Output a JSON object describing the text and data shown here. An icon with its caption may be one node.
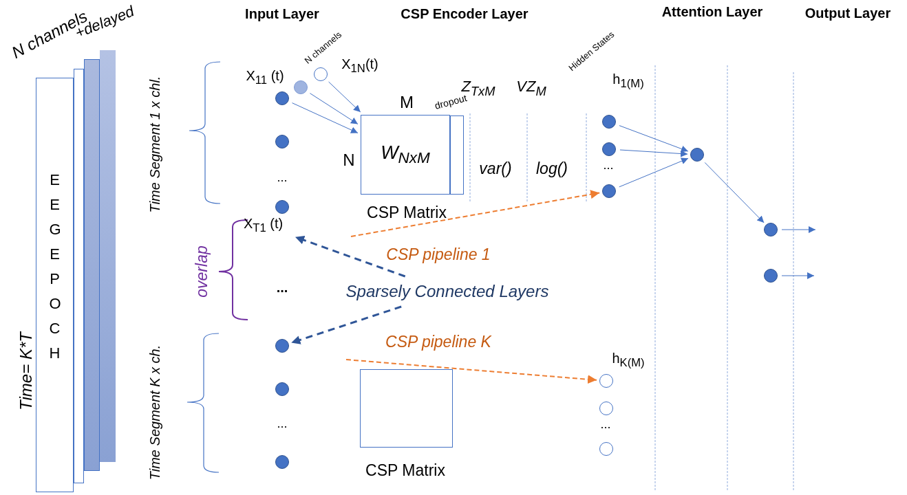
{
  "diagram": {
    "nodes": [
      {
        "text": [
          "EEG EPOCH"
        ]
      },
      {
        "text": [],
        "shape": "box"
      },
      {
        "text": [],
        "shape": "box"
      },
      {
        "text": [],
        "shape": "box"
      },
      {
        "text": [],
        "shape": "circle",
        "beside": [
          "X$_{11}$ (t)"
        ]
      },
      {
        "text": [],
        "shape": "circle"
      },
      {
        "text": [],
        "shape": "circle",
        "beside": [
          "X$_{1N}$(t)"
        ]
      },
      {
        "text": [],
        "shape": "circle"
      },
      {
        "text": [],
        "shape": "circle"
      },
      {
        "text": [
          "X$_{T1}$ (t)"
        ]
      },
      {
        "text": [],
        "shape": "circle"
      },
      {
        "text": [],
        "shape": "circle"
      },
      {
        "text": [],
        "shape": "circle"
      },
      {
        "text": [
          "W$_{NxM}$"
        ],
        "beside": [
          "M",
          "N",
          "CSP Matrix"
        ]
      },
      {
        "text": [],
        "shape": "bar",
        "beside": [
          "dropout"
        ]
      },
      {
        "text": [],
        "shape": "box",
        "beside": [
          "CSP Matrix"
        ]
      },
      {
        "text": [
          "Sparsely Connected Layers"
        ]
      },
      {
        "text": [],
        "shape": "circle",
        "beside": [
          "h$_{1(M)}$"
        ]
      },
      {
        "text": [],
        "shape": "circle"
      },
      {
        "text": [],
        "shape": "circle"
      },
      {
        "text": [],
        "shape": "circle",
        "beside": [
          "h$_{K(M)}$"
        ]
      },
      {
        "text": [],
        "shape": "circle"
      },
      {
        "text": [],
        "shape": "circle"
      },
      {
        "text": [],
        "shape": "circle"
      },
      {
        "text": [],
        "shape": "circle"
      },
      {
        "text": [],
        "shape": "circle"
      }
    ],
    "edges": [
      {
        "from": 4,
        "to": 13,
        "arrow": "to"
      },
      {
        "from": 5,
        "to": 13,
        "arrow": "to"
      },
      {
        "from": 6,
        "to": 13,
        "arrow": "to"
      },
      {
        "from": 17,
        "to": 23,
        "arrow": "to"
      },
      {
        "from": 18,
        "to": 23,
        "arrow": "to"
      },
      {
        "from": 19,
        "to": 23,
        "arrow": "to"
      },
      {
        "from": 23,
        "to": 24,
        "arrow": "to"
      },
      {
        "from": 24,
        "to": null,
        "arrow": "to"
      },
      {
        "from": 25,
        "to": null,
        "arrow": "to"
      },
      {
        "from": 16,
        "to": 9,
        "arrow": "to",
        "style": "dashed",
        "color": "#2f5597"
      },
      {
        "from": 16,
        "to": 10,
        "arrow": "to",
        "style": "dashed",
        "color": "#2f5597"
      },
      {
        "from": null,
        "to": 19,
        "arrow": "to",
        "label": "CSP pipeline 1",
        "style": "dashed",
        "color": "#ed7d31"
      },
      {
        "from": null,
        "to": 20,
        "arrow": "to",
        "label": "CSP pipeline K",
        "style": "dashed",
        "color": "#ed7d31"
      }
    ],
    "labels": [
      "Input Layer",
      "CSP Encoder Layer",
      "Attention Layer",
      "Output Layer",
      "N channels",
      "+delayed",
      "Time= K*T",
      "Time Segment 1 x chl.",
      "N channels",
      "Z$_{TxM}$",
      "VZ$_{M}$",
      "Hidden States",
      "var()",
      "log()",
      "...",
      "...",
      "overlap",
      "...",
      "Time Segment  K x ch.",
      "...",
      "..."
    ]
  }
}
